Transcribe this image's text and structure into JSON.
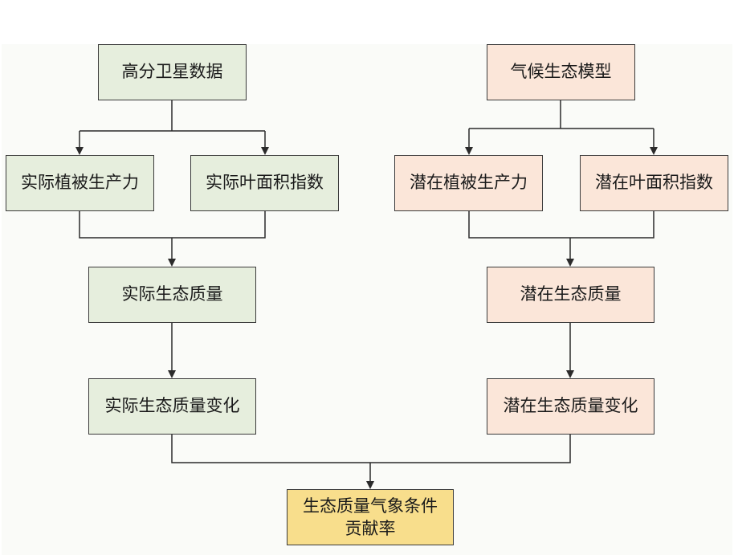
{
  "nodes": {
    "satellite": "高分卫星数据",
    "actual_npp": "实际植被生产力",
    "actual_lai": "实际叶面积指数",
    "actual_eq": "实际生态质量",
    "actual_eq_change": "实际生态质量变化",
    "climate_model": "气候生态模型",
    "potential_npp": "潜在植被生产力",
    "potential_lai": "潜在叶面积指数",
    "potential_eq": "潜在生态质量",
    "potential_eq_change": "潜在生态质量变化",
    "contribution": "生态质量气象条件\n贡献率"
  },
  "colors": {
    "actual_fill": "#e6eedd",
    "potential_fill": "#fbe6d9",
    "result_fill": "#f8de8c",
    "border": "#3a3a3a",
    "line": "#2b2b2b"
  }
}
